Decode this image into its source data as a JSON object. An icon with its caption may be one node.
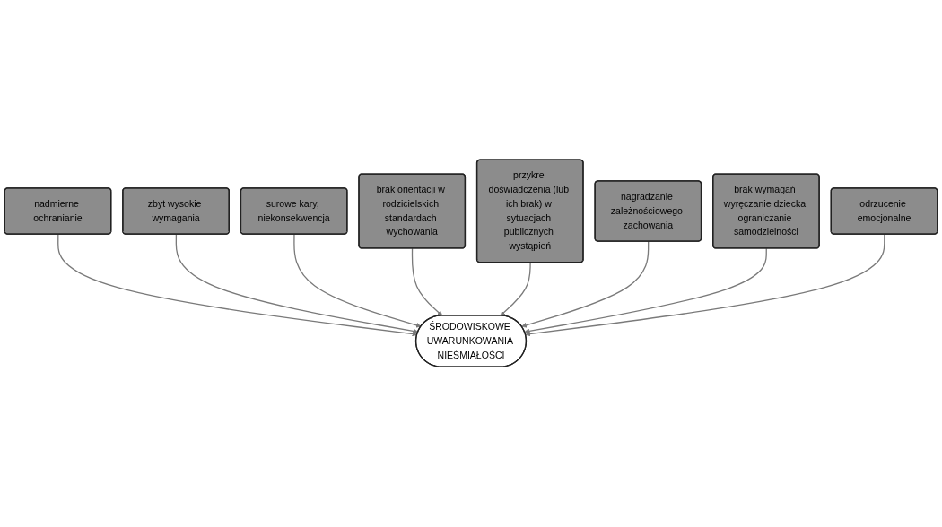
{
  "diagram": {
    "nodes": [
      {
        "text": [
          "brak orientacji w rodzicielskich standardach wychowania"
        ]
      },
      {
        "text": [
          "przykre doświadczenia (lub ich brak) w sytuacjach publicznych wystąpień"
        ]
      },
      {
        "text": [
          "surowe kary, niekonsekwencja"
        ]
      },
      {
        "text": [
          "nagradzanie zależnościowego zachowania"
        ]
      },
      {
        "text": [
          "zbyt wysokie wymagania"
        ]
      },
      {
        "text": [
          "brak wymagań wyręczanie dziecka ograniczanie samodzielności"
        ]
      },
      {
        "text": [
          "nadmierne ochranianie"
        ]
      },
      {
        "text": [
          "ŚRODOWISKOWE UWARUNKOWANIA NIEŚMIAŁOŚCI"
        ]
      },
      {
        "text": [
          "odrzucenie emocjonalne"
        ]
      }
    ],
    "edges": [
      {
        "from": 6,
        "to": 7,
        "arrow": "to"
      },
      {
        "from": 4,
        "to": 7,
        "arrow": "to"
      },
      {
        "from": 2,
        "to": 7,
        "arrow": "to"
      },
      {
        "from": 0,
        "to": 7,
        "arrow": "to"
      },
      {
        "from": 1,
        "to": 7,
        "arrow": "to"
      },
      {
        "from": 3,
        "to": 7,
        "arrow": "to"
      },
      {
        "from": 5,
        "to": 7,
        "arrow": "to"
      },
      {
        "from": 8,
        "to": 7,
        "arrow": "to"
      }
    ]
  }
}
